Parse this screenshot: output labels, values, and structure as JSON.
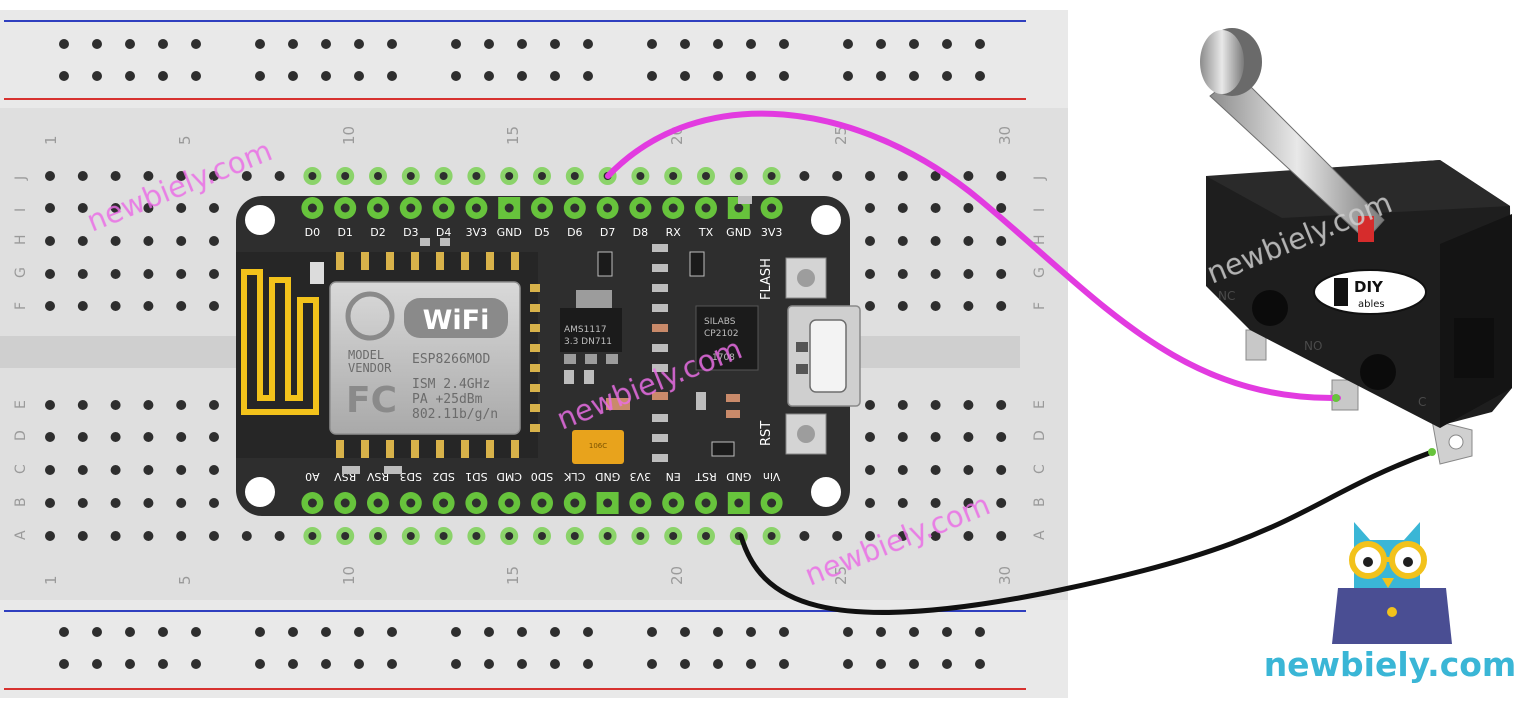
{
  "breadboard": {
    "column_numbers": [
      "1",
      "5",
      "10",
      "15",
      "20",
      "25",
      "30"
    ],
    "row_letters_top": [
      "J",
      "I",
      "H",
      "G",
      "F"
    ],
    "row_letters_bottom": [
      "E",
      "D",
      "C",
      "B",
      "A"
    ]
  },
  "board": {
    "top_pins": [
      "D0",
      "D1",
      "D2",
      "D3",
      "D4",
      "3V3",
      "GND",
      "D5",
      "D6",
      "D7",
      "D8",
      "RX",
      "TX",
      "GND",
      "3V3"
    ],
    "bottom_pins": [
      "A0",
      "RSV",
      "RSV",
      "SD3",
      "SD2",
      "SD1",
      "CMD",
      "SD0",
      "CLK",
      "GND",
      "3V3",
      "EN",
      "RST",
      "GND",
      "Vin"
    ],
    "wifi_label": "WiFi",
    "module_lines": [
      "MODEL",
      "VENDOR"
    ],
    "module_name": "ESP8266MOD",
    "fc_mark": "FC",
    "spec_lines": [
      "ISM 2.4GHz",
      "PA  +25dBm",
      "802.11b/g/n"
    ],
    "regulator_lines": [
      "AMS1117",
      "3.3  DN711"
    ],
    "usb_chip_lines": [
      "SILABS",
      "CP2102",
      "1708"
    ],
    "flash_label": "FLASH",
    "rst_label": "RST",
    "cap_text": "106C"
  },
  "switch": {
    "logo_top": "DIY",
    "logo_bottom": "ables",
    "terminal_labels": [
      "NO",
      "NC",
      "C"
    ]
  },
  "brand": {
    "site": "newbiely.com",
    "watermark": "newbiely.com"
  },
  "colors": {
    "wire_signal": "#e23be0",
    "wire_ground": "#111111",
    "rail_red": "#d7322f",
    "rail_blue": "#2f3fbf",
    "brand_cyan": "#3ab6d6",
    "watermark_pink": "#ea6ee6",
    "board": "#2e2e2e",
    "pin_green": "#67c33c"
  }
}
